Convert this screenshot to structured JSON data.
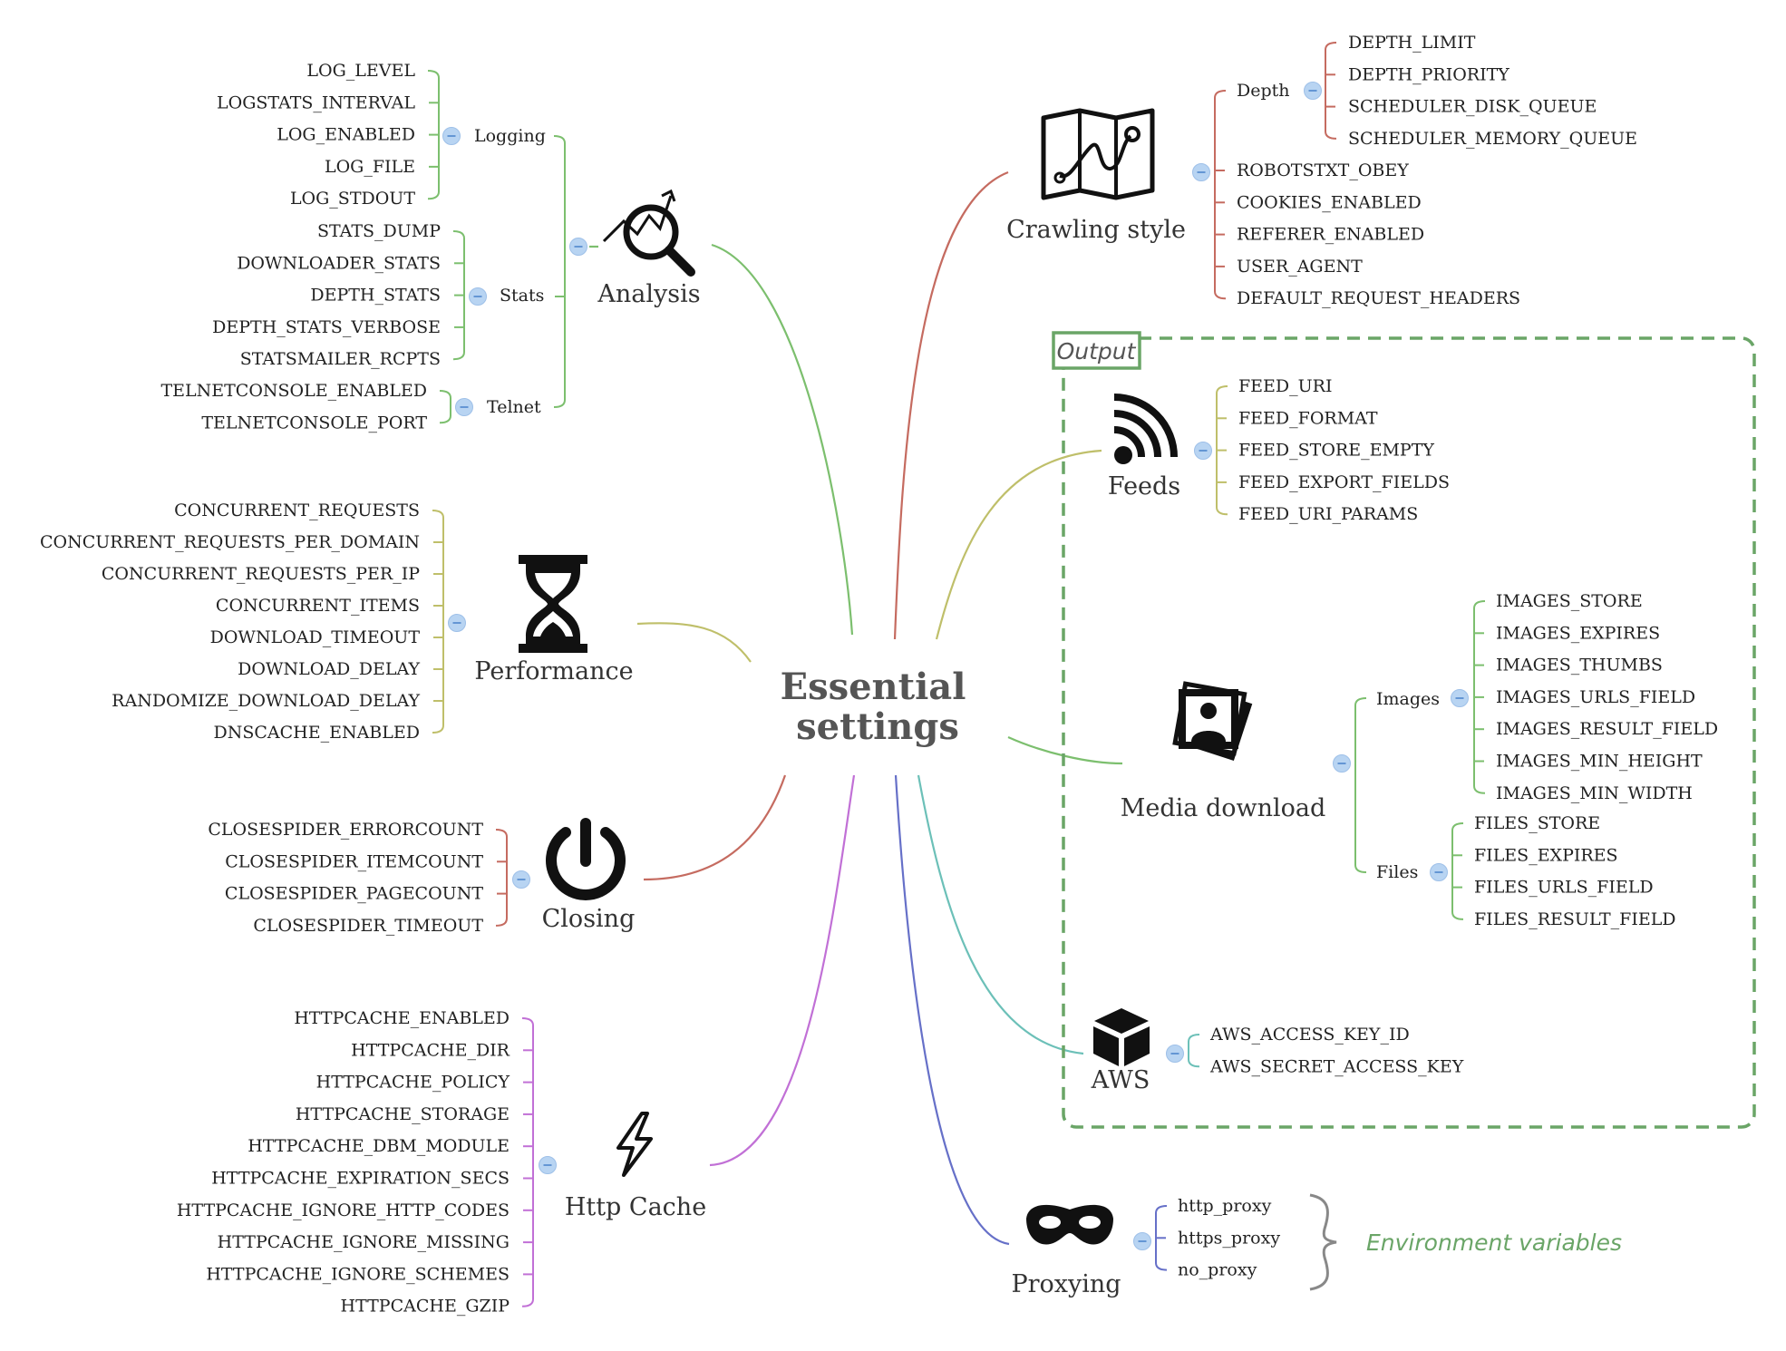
{
  "central": {
    "line1": "Essential",
    "line2": "settings"
  },
  "colors": {
    "analysis": "#7cbf6e",
    "performance": "#bfbf6a",
    "closing": "#c56b60",
    "http_cache": "#c170d6",
    "crawling": "#c56b60",
    "feeds": "#bfbf6a",
    "media": "#7cbf6e",
    "aws": "#6cc0b8",
    "proxying": "#6670c8",
    "output_border": "#6aa567",
    "env_text": "#6aa567",
    "collapse_dot": "#b8d4f2"
  },
  "analysis": {
    "label": "Analysis",
    "icon": "search-analytics-icon",
    "logging": {
      "label": "Logging",
      "items": [
        "LOG_LEVEL",
        "LOGSTATS_INTERVAL",
        "LOG_ENABLED",
        "LOG_FILE",
        "LOG_STDOUT"
      ]
    },
    "stats": {
      "label": "Stats",
      "items": [
        "STATS_DUMP",
        "DOWNLOADER_STATS",
        "DEPTH_STATS",
        "DEPTH_STATS_VERBOSE",
        "STATSMAILER_RCPTS"
      ]
    },
    "telnet": {
      "label": "Telnet",
      "items": [
        "TELNETCONSOLE_ENABLED",
        "TELNETCONSOLE_PORT"
      ]
    }
  },
  "performance": {
    "label": "Performance",
    "icon": "hourglass-icon",
    "items": [
      "CONCURRENT_REQUESTS",
      "CONCURRENT_REQUESTS_PER_DOMAIN",
      "CONCURRENT_REQUESTS_PER_IP",
      "CONCURRENT_ITEMS",
      "DOWNLOAD_TIMEOUT",
      "DOWNLOAD_DELAY",
      "RANDOMIZE_DOWNLOAD_DELAY",
      "DNSCACHE_ENABLED"
    ]
  },
  "closing": {
    "label": "Closing",
    "icon": "power-icon",
    "items": [
      "CLOSESPIDER_ERRORCOUNT",
      "CLOSESPIDER_ITEMCOUNT",
      "CLOSESPIDER_PAGECOUNT",
      "CLOSESPIDER_TIMEOUT"
    ]
  },
  "http_cache": {
    "label": "Http Cache",
    "icon": "lightning-icon",
    "items": [
      "HTTPCACHE_ENABLED",
      "HTTPCACHE_DIR",
      "HTTPCACHE_POLICY",
      "HTTPCACHE_STORAGE",
      "HTTPCACHE_DBM_MODULE",
      "HTTPCACHE_EXPIRATION_SECS",
      "HTTPCACHE_IGNORE_HTTP_CODES",
      "HTTPCACHE_IGNORE_MISSING",
      "HTTPCACHE_IGNORE_SCHEMES",
      "HTTPCACHE_GZIP"
    ]
  },
  "crawling": {
    "label": "Crawling style",
    "icon": "map-icon",
    "depth": {
      "label": "Depth",
      "items": [
        "DEPTH_LIMIT",
        "DEPTH_PRIORITY",
        "SCHEDULER_DISK_QUEUE",
        "SCHEDULER_MEMORY_QUEUE"
      ]
    },
    "items": [
      "ROBOTSTXT_OBEY",
      "COOKIES_ENABLED",
      "REFERER_ENABLED",
      "USER_AGENT",
      "DEFAULT_REQUEST_HEADERS"
    ]
  },
  "output": {
    "label": "Output"
  },
  "feeds": {
    "label": "Feeds",
    "icon": "rss-icon",
    "items": [
      "FEED_URI",
      "FEED_FORMAT",
      "FEED_STORE_EMPTY",
      "FEED_EXPORT_FIELDS",
      "FEED_URI_PARAMS"
    ]
  },
  "media": {
    "label": "Media download",
    "icon": "photos-icon",
    "images": {
      "label": "Images",
      "items": [
        "IMAGES_STORE",
        "IMAGES_EXPIRES",
        "IMAGES_THUMBS",
        "IMAGES_URLS_FIELD",
        "IMAGES_RESULT_FIELD",
        "IMAGES_MIN_HEIGHT",
        "IMAGES_MIN_WIDTH"
      ]
    },
    "files": {
      "label": "Files",
      "items": [
        "FILES_STORE",
        "FILES_EXPIRES",
        "FILES_URLS_FIELD",
        "FILES_RESULT_FIELD"
      ]
    }
  },
  "aws": {
    "label": "AWS",
    "icon": "cube-icon",
    "items": [
      "AWS_ACCESS_KEY_ID",
      "AWS_SECRET_ACCESS_KEY"
    ]
  },
  "proxying": {
    "label": "Proxying",
    "icon": "mask-icon",
    "items": [
      "http_proxy",
      "https_proxy",
      "no_proxy"
    ],
    "note": "Environment variables"
  }
}
